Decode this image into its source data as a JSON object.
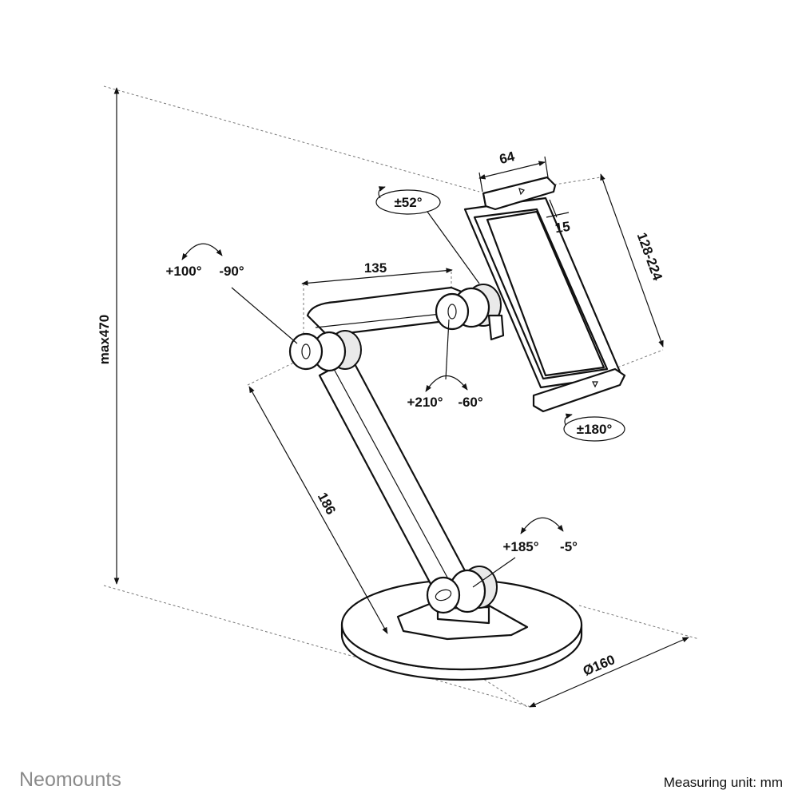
{
  "brand": "Neomounts",
  "measuring_unit": "Measuring unit: mm",
  "dimensions": {
    "height_max": "max470",
    "arm_upper": "135",
    "arm_lower": "186",
    "base_diameter": "Ø160",
    "holder_width": "64",
    "holder_inset": "15",
    "holder_range": "128-224"
  },
  "rotations": {
    "tilt": "±52°",
    "elbow_plus": "+100°",
    "elbow_minus": "-90°",
    "head_plus": "+210°",
    "head_minus": "-60°",
    "swivel": "±180°",
    "base_plus": "+185°",
    "base_minus": "-5°"
  }
}
